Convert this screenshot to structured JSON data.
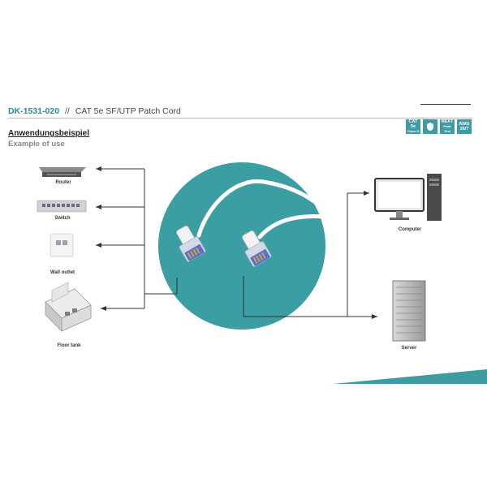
{
  "header": {
    "model": "DK-1531-020",
    "separator": "//",
    "product": "CAT 5e SF/UTP Patch Cord"
  },
  "badges": [
    {
      "line1": "CAT",
      "line2": "5e",
      "line3": "Class D"
    },
    {
      "line1": "",
      "line2": "",
      "line3": ""
    },
    {
      "line1": "NEXT",
      "line2": "Peak Test",
      "line3": ""
    },
    {
      "line1": "AWG",
      "line2": "26/7",
      "line3": ""
    }
  ],
  "section": {
    "title_de": "Anwendungsbeispiel",
    "title_en": "Example of use"
  },
  "devices_left": [
    "Router",
    "Switch",
    "Wall outlet",
    "Floor tank"
  ],
  "devices_right": [
    "Computer",
    "Server"
  ],
  "colors": {
    "accent": "#3e9ba2",
    "circle": "#3a9ea3",
    "cable": "#ffffff",
    "connector": "#5a6fd0"
  }
}
